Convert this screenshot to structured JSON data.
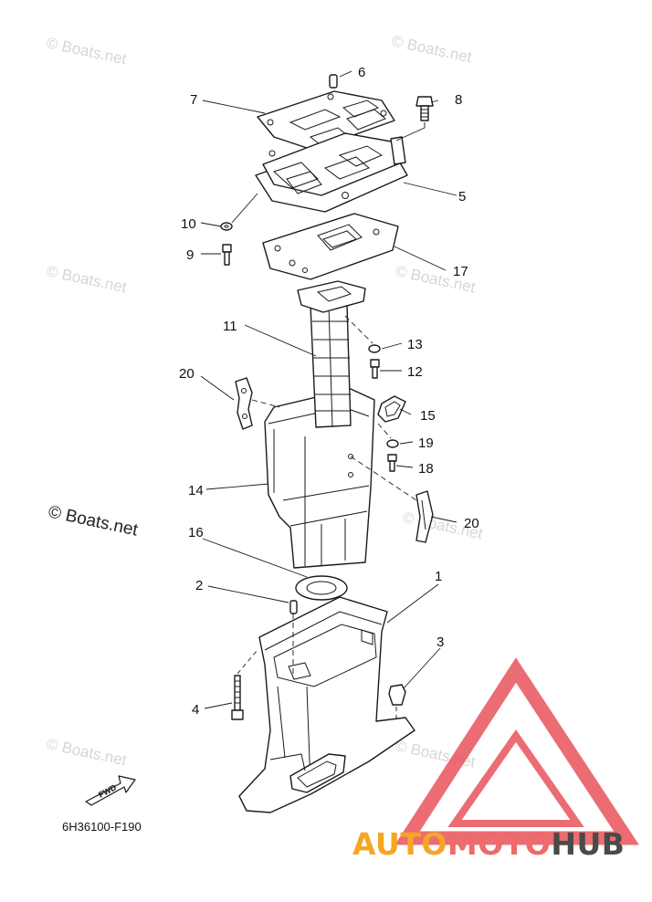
{
  "watermarks": [
    "© Boats.net",
    "© Boats.net",
    "© Boats.net",
    "© Boats.net",
    "© Boats.net",
    "© Boats.net",
    "© Boats.net"
  ],
  "watermark_large": "© Boats.net",
  "diagram_code": "6H36100-F190",
  "fwd_label": "FWD",
  "brand": {
    "part1": "AUTO",
    "part2": "MOTO",
    "part3": "HUB",
    "color1": "#f5a623",
    "color2": "#ec6b6b",
    "color3": "#4a4a4a",
    "logo_color": "#e8545a"
  },
  "callouts": [
    "1",
    "2",
    "3",
    "4",
    "5",
    "6",
    "7",
    "8",
    "9",
    "10",
    "11",
    "12",
    "13",
    "14",
    "15",
    "16",
    "17",
    "18",
    "19",
    "20",
    "20"
  ]
}
